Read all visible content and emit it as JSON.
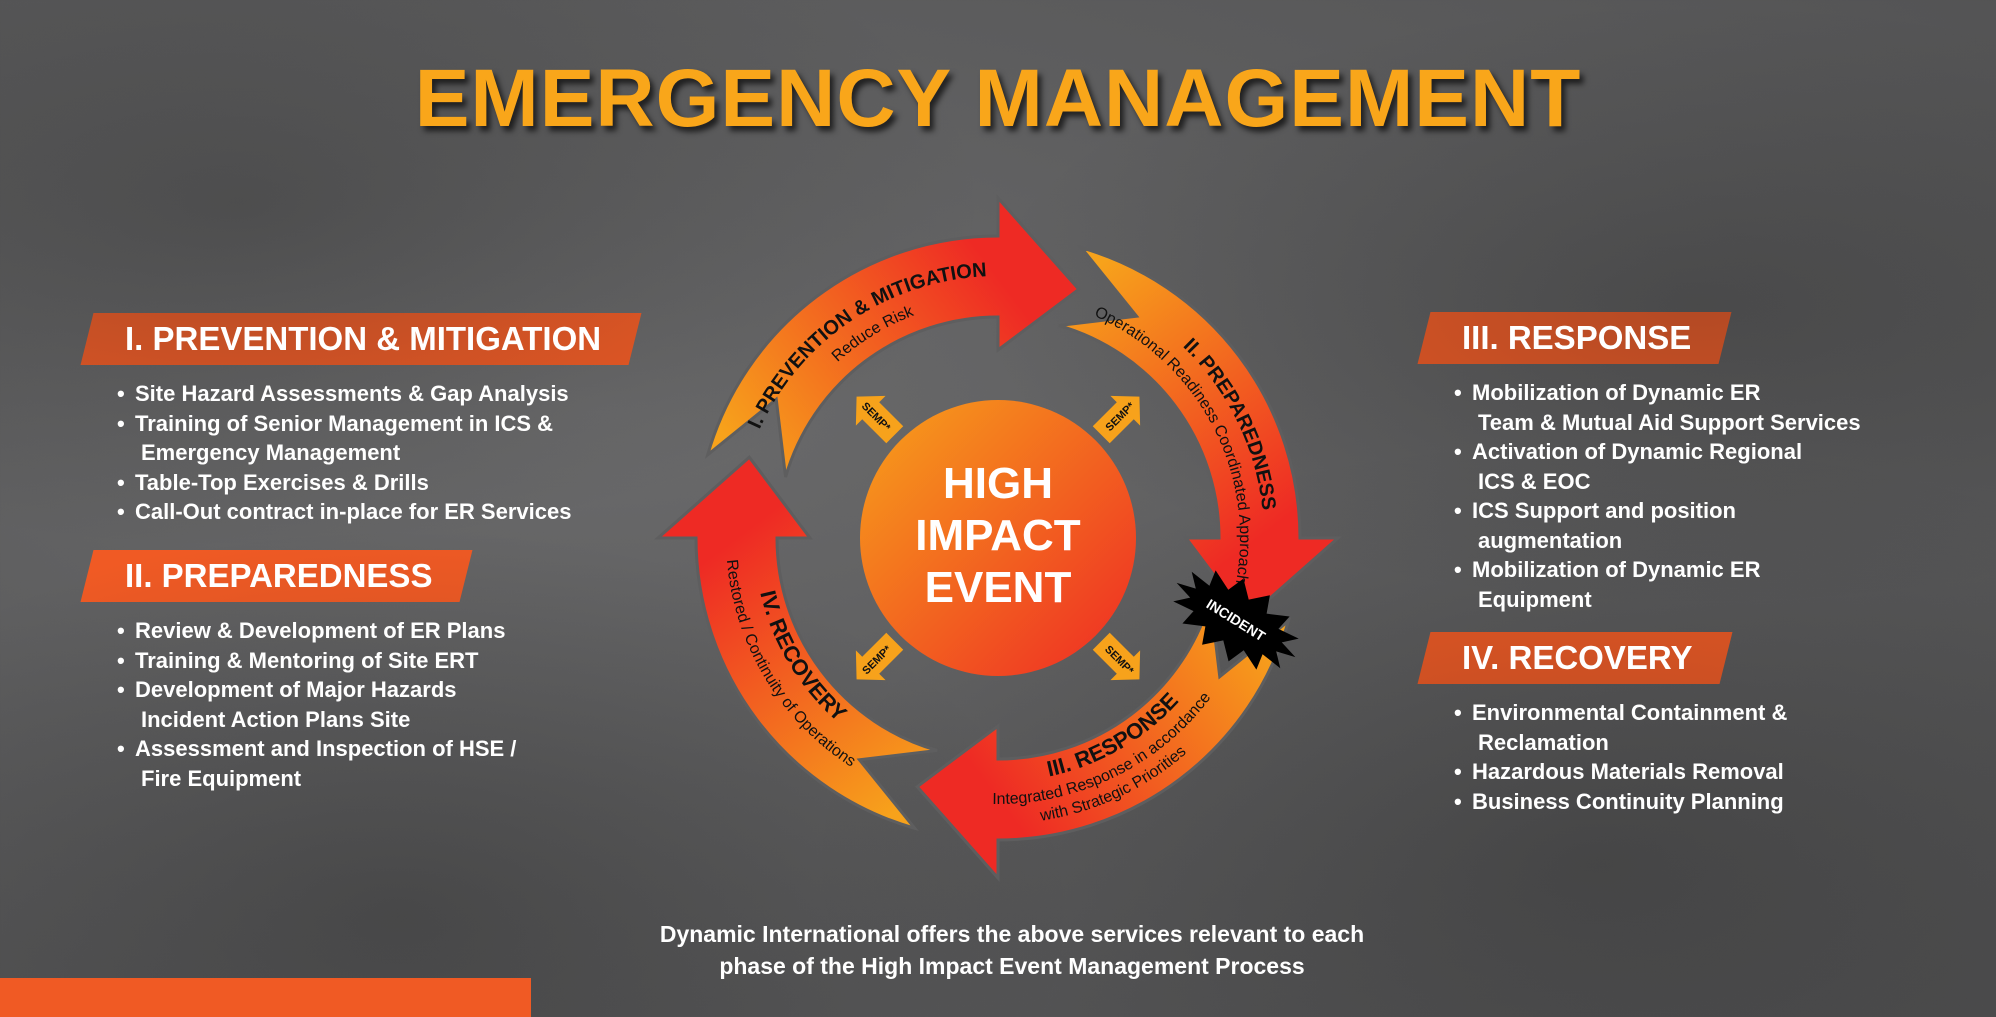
{
  "title": "EMERGENCY MANAGEMENT",
  "left_sections": [
    {
      "heading": "I. PREVENTION & MITIGATION",
      "items": [
        [
          "Site Hazard Assessments & Gap Analysis"
        ],
        [
          "Training of Senior Management in ICS &",
          "Emergency Management"
        ],
        [
          "Table-Top Exercises & Drills"
        ],
        [
          "Call-Out contract in-place for ER Services"
        ]
      ]
    },
    {
      "heading": "II. PREPAREDNESS",
      "items": [
        [
          "Review & Development of ER Plans"
        ],
        [
          "Training & Mentoring of Site ERT"
        ],
        [
          "Development of Major Hazards",
          "Incident Action Plans Site"
        ],
        [
          "Assessment and Inspection of HSE /",
          "Fire Equipment"
        ]
      ]
    }
  ],
  "right_sections": [
    {
      "heading": "III. RESPONSE",
      "items": [
        [
          "Mobilization of Dynamic ER",
          "Team & Mutual Aid Support Services"
        ],
        [
          "Activation of Dynamic Regional",
          "ICS & EOC"
        ],
        [
          "ICS Support and position",
          "augmentation"
        ],
        [
          "Mobilization of Dynamic ER",
          "Equipment"
        ]
      ]
    },
    {
      "heading": "IV. RECOVERY",
      "items": [
        [
          "Environmental Containment &",
          "Reclamation"
        ],
        [
          "Hazardous Materials Removal"
        ],
        [
          "Business Continuity Planning"
        ]
      ]
    }
  ],
  "cycle": {
    "center": [
      "HIGH",
      "IMPACT",
      "EVENT"
    ],
    "phases": [
      {
        "title": "I. PREVENTION & MITIGATION",
        "subtitle": [
          "Reduce Risk"
        ]
      },
      {
        "title": "II. PREPAREDNESS",
        "subtitle": [
          "Operational Readiness Coordinated Approach"
        ]
      },
      {
        "title": "III. RESPONSE",
        "subtitle": [
          "Integrated Response in accordance",
          "with Strategic Priorities"
        ]
      },
      {
        "title": "IV. RECOVERY",
        "subtitle": [
          "Restored / Continuity of Operations"
        ]
      }
    ],
    "semp_label": "SEMP*",
    "incident_label": "INCIDENT"
  },
  "footer": [
    "Dynamic International offers the above services relevant to each",
    "phase of the High Impact Event Management Process"
  ],
  "colors": {
    "title": "#f9a61a",
    "banner": "#f05a24",
    "gradient_light": "#f7a21b",
    "gradient_dark": "#ee2a24",
    "incident": "#000000"
  }
}
